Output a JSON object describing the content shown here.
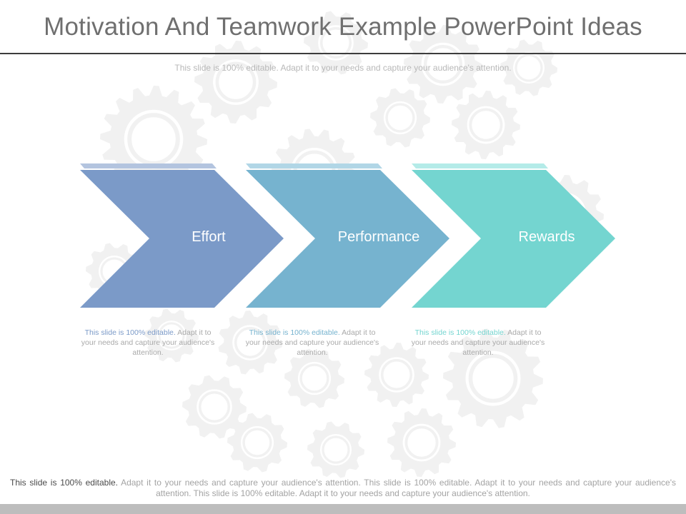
{
  "slide": {
    "title": "Motivation And Teamwork Example PowerPoint Ideas",
    "subtitle": "This slide is 100% editable. Adapt it to your needs and capture your audience's attention."
  },
  "steps": [
    {
      "label": "Effort",
      "color": "#7b9ac8",
      "accent": "#b3c4df",
      "desc_highlight": "This slide is 100% editable.",
      "desc_rest": " Adapt it to your needs and capture your audience's attention."
    },
    {
      "label": "Performance",
      "color": "#76b3cf",
      "accent": "#b1d6e6",
      "desc_highlight": "This slide is 100% editable.",
      "desc_rest": " Adapt it to your needs and capture your audience's attention."
    },
    {
      "label": "Rewards",
      "color": "#74d5d0",
      "accent": "#b4ebe8",
      "desc_highlight": "This slide is 100% editable.",
      "desc_rest": " Adapt it to your needs and capture your audience's attention."
    }
  ],
  "footer": {
    "lead": "This slide is 100% editable.",
    "rest": " Adapt it to your needs and capture your audience's attention. This slide is 100% editable. Adapt it to your needs and capture your audience's attention. This slide is 100% editable. Adapt it to your needs and capture your audience's attention."
  },
  "decoration": {
    "background": "gear-pattern-icon",
    "gear_color": "#f1f1f1"
  }
}
